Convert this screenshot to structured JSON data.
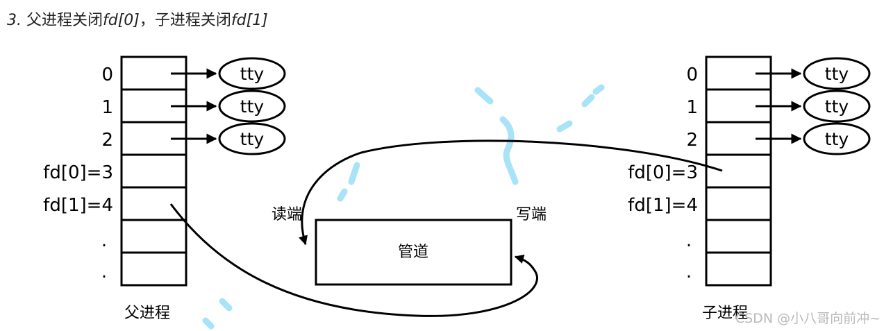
{
  "caption": {
    "num": "3.",
    "part1": " 父进程关闭",
    "expr1": "fd[0]",
    "part2": "，子进程关闭",
    "expr2": "fd[1]"
  },
  "parent": {
    "label": "父进程",
    "fd_labels": [
      "0",
      "1",
      "2",
      "fd[0]=3",
      "fd[1]=4",
      ".",
      "."
    ],
    "tty": [
      "tty",
      "tty",
      "tty"
    ]
  },
  "child": {
    "label": "子进程",
    "fd_labels": [
      "0",
      "1",
      "2",
      "fd[0]=3",
      "fd[1]=4",
      ".",
      "."
    ],
    "tty": [
      "tty",
      "tty",
      "tty"
    ]
  },
  "pipe": {
    "label": "管道",
    "read_end": "读端",
    "write_end": "写端"
  },
  "watermark": "CSDN @小八哥向前冲~"
}
